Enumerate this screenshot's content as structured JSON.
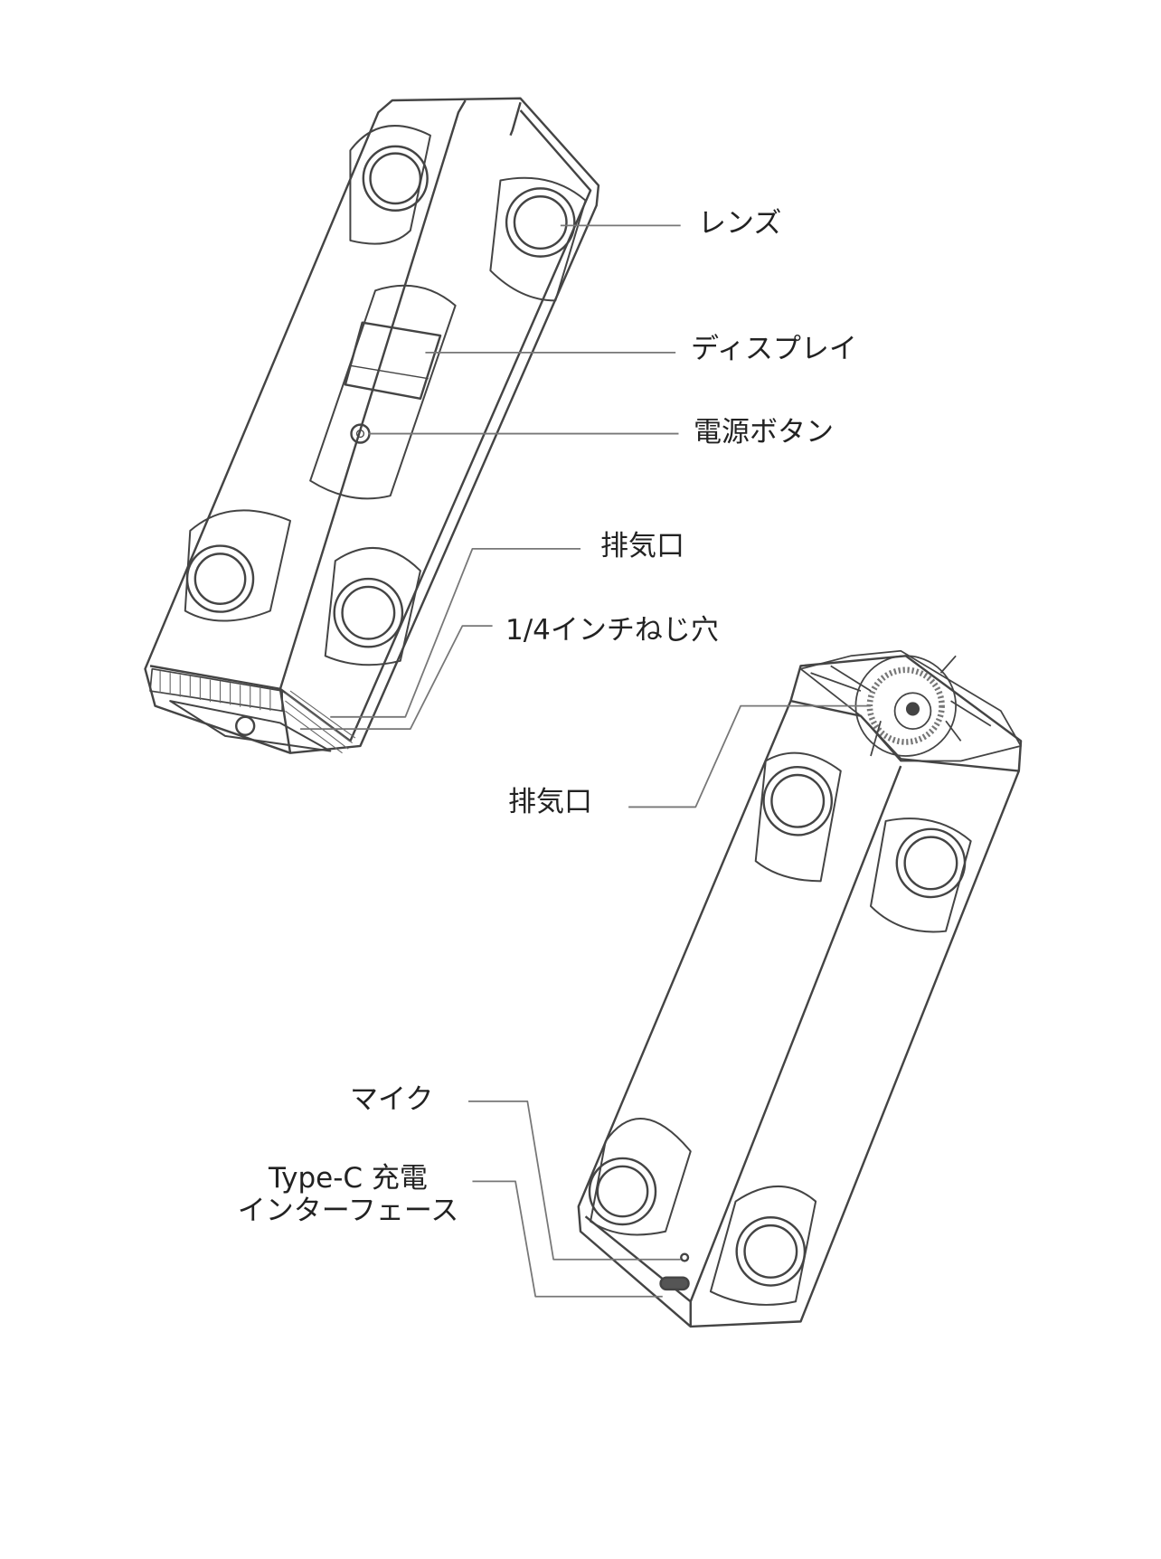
{
  "labels": {
    "lens": "レンズ",
    "display": "ディスプレイ",
    "power_button": "電源ボタン",
    "vent_top": "排気口",
    "screw_hole": "1/4インチねじ穴",
    "vent_bottom": "排気口",
    "mic": "マイク",
    "typec_line1": "Type-C 充電",
    "typec_line2": "インターフェース"
  },
  "colors": {
    "line": "#444444",
    "leader": "#777777",
    "text": "#222222"
  }
}
